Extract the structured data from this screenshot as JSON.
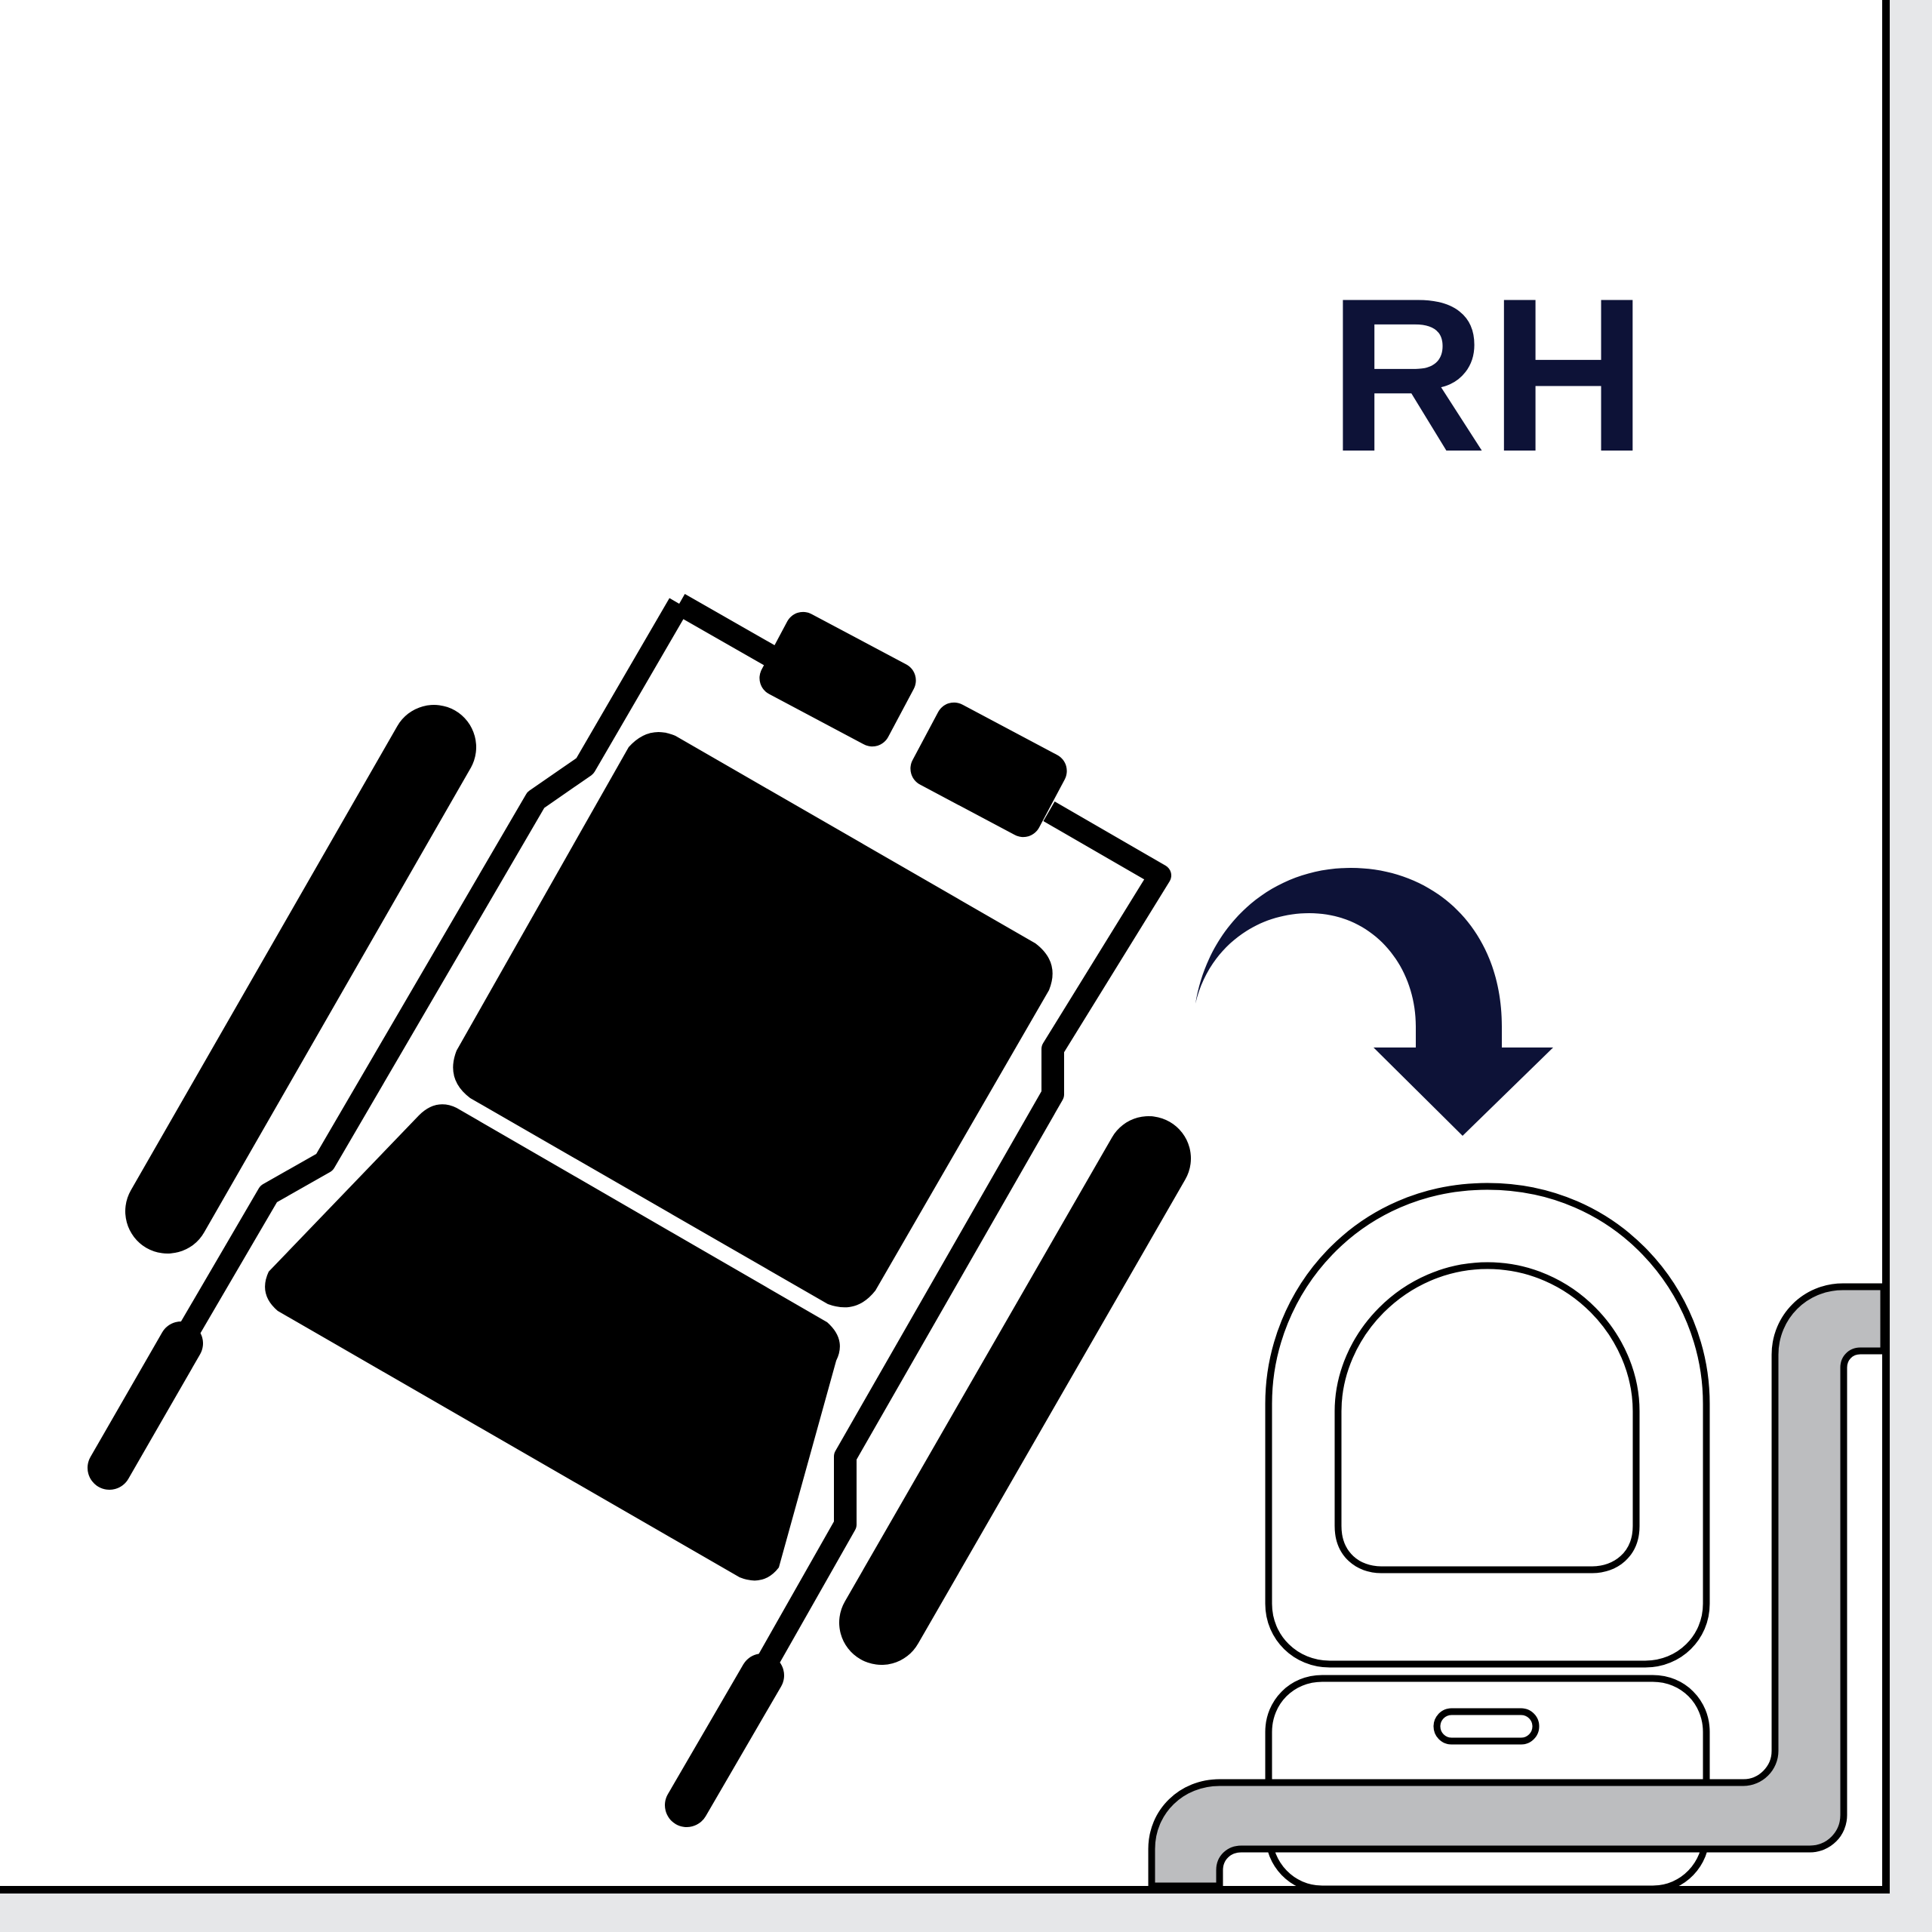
{
  "diagram": {
    "label": "RH",
    "colors": {
      "label": "#0d1237",
      "arrow": "#0d1237",
      "seat_fill": "#000000",
      "outline": "#000000",
      "armrest_fill": "#bcbdbf",
      "background": "#ffffff",
      "margin": "#e6e7e9"
    },
    "elements": [
      {
        "name": "rotated-seat-illustration",
        "description": "Black seat with cushion, backrest, headrest blocks, armrests and frame, shown tilted"
      },
      {
        "name": "rotate-arrow-icon",
        "description": "Curved clockwise arrow pointing down toward installed seat"
      },
      {
        "name": "installed-seat-top-view",
        "description": "Outlined seat viewed from above with slot and gray armrest/console"
      }
    ]
  }
}
